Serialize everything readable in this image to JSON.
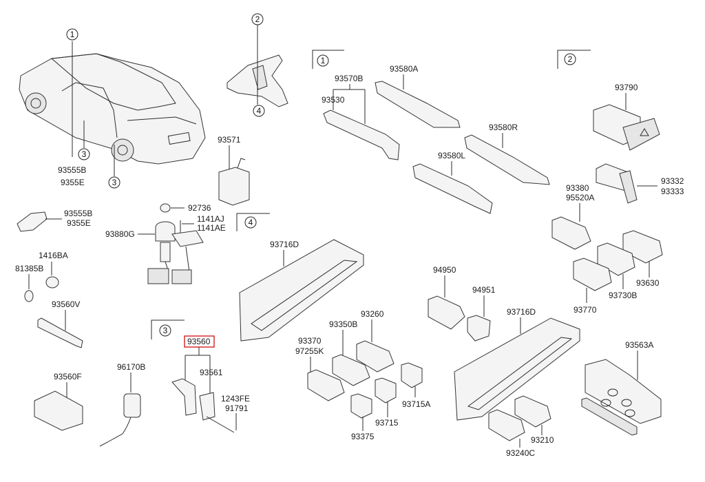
{
  "diagram": {
    "title": "Switch parts exploded diagram",
    "highlight_color": "#d42020",
    "selected_part": "93560",
    "callouts": [
      "1",
      "2",
      "3",
      "4"
    ],
    "sections": [
      {
        "id": "1",
        "label": "1"
      },
      {
        "id": "2",
        "label": "2"
      },
      {
        "id": "3",
        "label": "3"
      },
      {
        "id": "4",
        "label": "4"
      }
    ],
    "labels": {
      "car_callout_1": "1",
      "car_callout_3a": "3",
      "car_callout_3b": "3",
      "car_parts": [
        "93555B",
        "9355E"
      ],
      "dash_callout_2": "2",
      "dash_callout_4": "4",
      "p93571": "93571",
      "door_lamp": [
        "93555B",
        "9355E"
      ],
      "p92736": "92736",
      "p1141": [
        "1141AJ",
        "1141AE"
      ],
      "p93880G": "93880G",
      "p1416BA": "1416BA",
      "p81385B": "81385B",
      "p93560V": "93560V",
      "p93560F": "93560F",
      "p96170B": "96170B",
      "p93560": "93560",
      "p93561": "93561",
      "p1243": [
        "1243FE",
        "91791"
      ],
      "p93570B": "93570B",
      "p93530": "93530",
      "p93580A": "93580A",
      "p93580R": "93580R",
      "p93580L": "93580L",
      "p93790": "93790",
      "p93332": [
        "93332",
        "93333"
      ],
      "p93380": [
        "93380",
        "95520A"
      ],
      "p93630": "93630",
      "p93730B": "93730B",
      "p93770": "93770",
      "p93716D_a": "93716D",
      "p93716D_b": "93716D",
      "p93260": "93260",
      "p93350B": "93350B",
      "p93370": [
        "93370",
        "97255K"
      ],
      "p93375": "93375",
      "p93715": "93715",
      "p93715A": "93715A",
      "p94950": "94950",
      "p94951": "94951",
      "p93210": "93210",
      "p93240C": "93240C",
      "p93563A": "93563A"
    }
  }
}
